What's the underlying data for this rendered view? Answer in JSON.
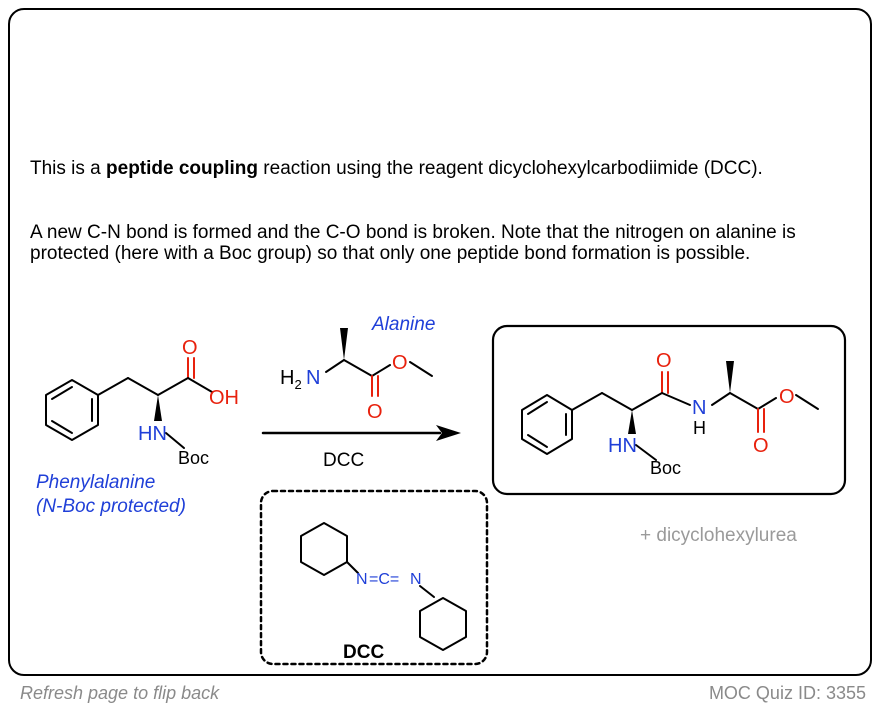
{
  "intro": {
    "pre": "This is a ",
    "bold": "peptide coupling",
    "post": " reaction using the reagent dicyclohexylcarbodiimide (DCC)."
  },
  "detail": "A new C-N bond is formed and the C-O bond is broken. Note that the nitrogen on alanine is protected (here with a Boc group) so that only one peptide bond formation is possible.",
  "reactant": {
    "name_line1": "Phenylalanine",
    "name_line2": "(N-Boc protected)",
    "carbonyl_O": "O",
    "hydroxyl": "OH",
    "amine_HN": "HN",
    "boc": "Boc"
  },
  "reagent": {
    "name": "Alanine",
    "h2": "H",
    "h2_sub": "2",
    "n": "N",
    "ester_O": "O",
    "carbonyl_O": "O"
  },
  "arrow_label": "DCC",
  "product": {
    "carbonyl_O1": "O",
    "amide_N": "N",
    "amide_H": "H",
    "amine_HN": "HN",
    "boc": "Boc",
    "ester_O": "O",
    "carbonyl_O2": "O"
  },
  "byproduct": "+ dicyclohexylurea",
  "dcc_box": {
    "n1": "N",
    "c_group": "=C=",
    "n2": "N",
    "label": "DCC"
  },
  "footer": {
    "left": "Refresh page to flip back",
    "right": "MOC Quiz ID: 3355"
  },
  "colors": {
    "heteroatom_red": "#e8210d",
    "nitrogen_blue": "#1f3fd8",
    "label_blue": "#1f3fd8",
    "muted_gray": "#9a9a9a"
  }
}
